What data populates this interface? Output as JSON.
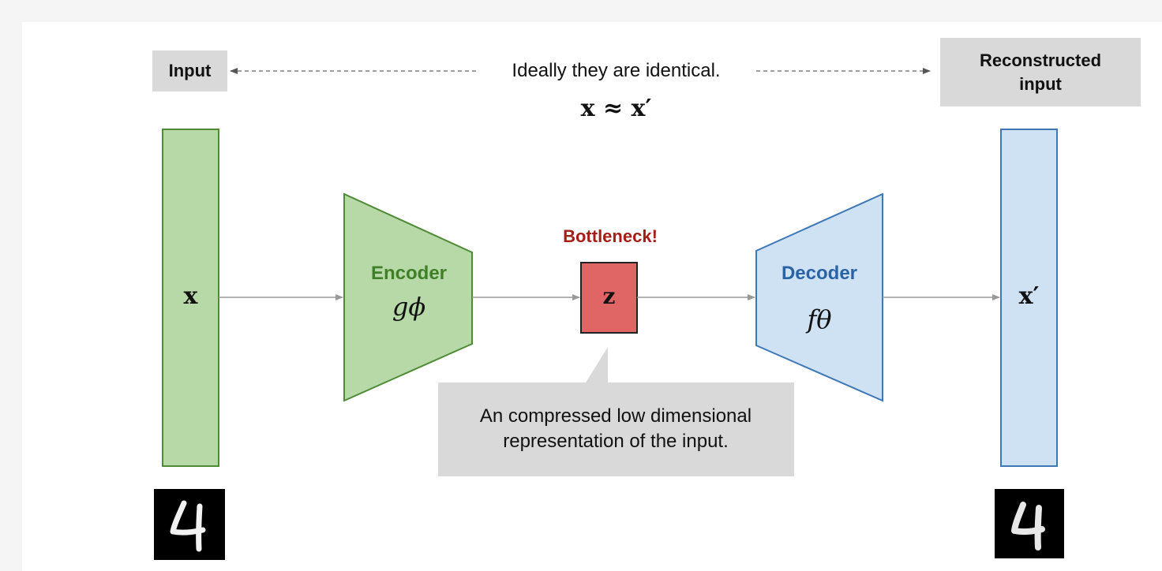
{
  "input_label": "Input",
  "output_label": "Reconstructed input",
  "top_note": "Ideally they are identical.",
  "top_equation": "x ≈ x′",
  "input_vector_symbol": "x",
  "output_vector_symbol": "x′",
  "encoder": {
    "title": "Encoder",
    "function": "gϕ"
  },
  "decoder": {
    "title": "Decoder",
    "function": "fθ"
  },
  "bottleneck": {
    "title": "Bottleneck!",
    "symbol": "z"
  },
  "callout": "An compressed low dimensional representation of the input.",
  "digit_glyph": "4",
  "colors": {
    "green_fill": "#b7d9a8",
    "green_stroke": "#4f8a36",
    "green_text": "#3f7f27",
    "blue_fill": "#cfe2f3",
    "blue_stroke": "#3d77b6",
    "blue_text": "#2a62a6",
    "red_fill": "#e06666",
    "red_text": "#a31f16",
    "gray_box": "#d9d9d9",
    "arrow": "#999999"
  },
  "icons": [
    "handwritten-digit-input-image",
    "handwritten-digit-output-image"
  ]
}
